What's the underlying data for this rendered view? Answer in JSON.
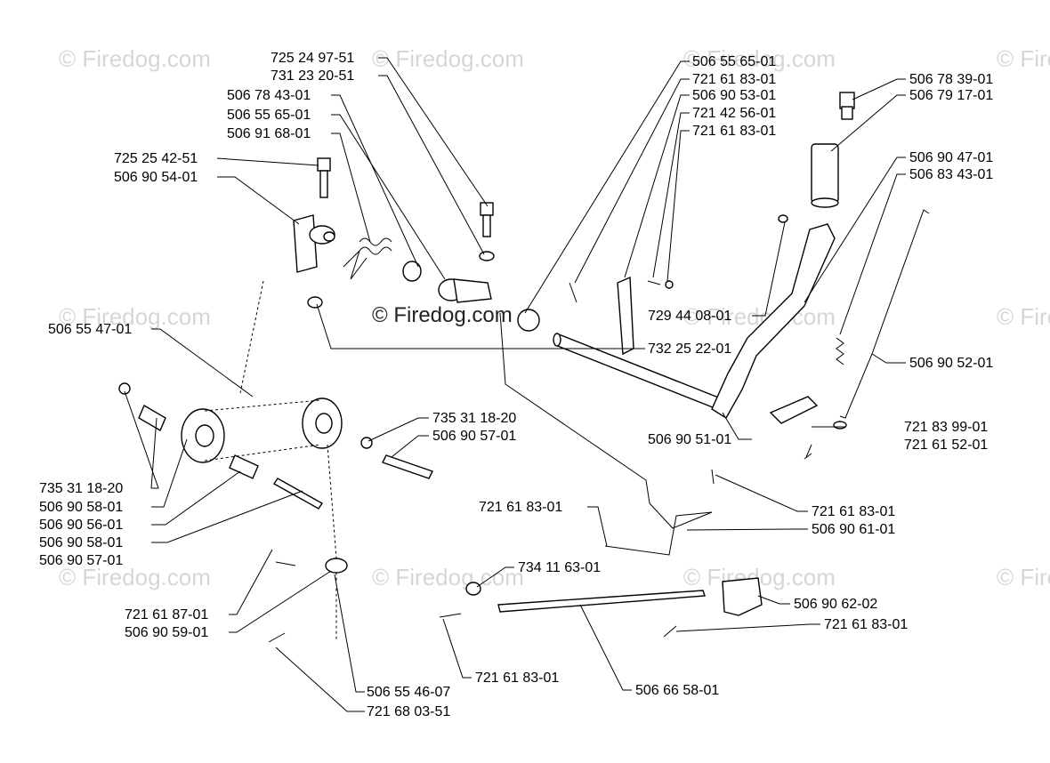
{
  "watermark": {
    "text": "© Firedog.com",
    "center_text": "© Firedog.com"
  },
  "labels": [
    "725 24 97-51",
    "731 23 20-51",
    "506 78 43-01",
    "506 55 65-01",
    "506 91 68-01",
    "725 25 42-51",
    "506 90 54-01",
    "732 25 22-01",
    "506 55 47-01",
    "735 31 18-20",
    "506 90 58-01",
    "506 90 56-01",
    "506 90 58-01",
    "506 90 57-01",
    "735 31 18-20",
    "506 90 57-01",
    "721 61 87-01",
    "506 90 59-01",
    "506 55 46-07",
    "721 68 03-51",
    "506 55 65-01",
    "721 61 83-01",
    "506 90 53-01",
    "721 42 56-01",
    "721 61 83-01",
    "729 44 08-01",
    "506 90 51-01",
    "506 78 39-01",
    "506 79 17-01",
    "506 90 47-01",
    "506 83 43-01",
    "506 90 52-01",
    "721 83 99-01",
    "721 61 52-01",
    "721 61 83-01",
    "506 90 61-01",
    "721 61 83-01",
    "734 11 63-01",
    "506 90 62-02",
    "721 61 83-01",
    "721 61 83-01",
    "506 66 58-01"
  ]
}
